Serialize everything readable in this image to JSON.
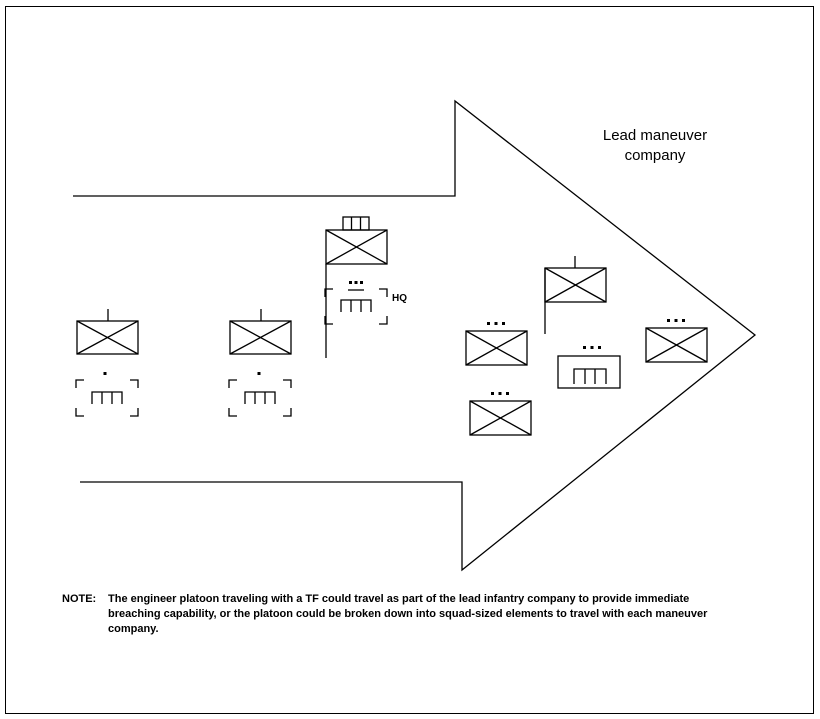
{
  "diagram": {
    "lead_label_line1": "Lead maneuver",
    "lead_label_line2": "company",
    "hq_label": "HQ",
    "symbols": [
      {
        "id": "sym-1",
        "kind": "unit",
        "echelon": "company"
      },
      {
        "id": "sym-2",
        "kind": "unit",
        "echelon": "company"
      },
      {
        "id": "sym-3",
        "kind": "unit",
        "echelon": "battalion"
      },
      {
        "id": "sym-4",
        "kind": "unit",
        "echelon": "platoon"
      },
      {
        "id": "sym-5",
        "kind": "unit",
        "echelon": "platoon"
      },
      {
        "id": "sym-6",
        "kind": "unit",
        "echelon": "company"
      },
      {
        "id": "sym-7",
        "kind": "unit",
        "echelon": "platoon"
      },
      {
        "id": "eng-1",
        "kind": "engineer",
        "echelon": "squad",
        "attached": true
      },
      {
        "id": "eng-2",
        "kind": "engineer",
        "echelon": "squad",
        "attached": true
      },
      {
        "id": "eng-hq",
        "kind": "engineer",
        "echelon": "platoon",
        "attached": true
      },
      {
        "id": "eng-4",
        "kind": "engineer",
        "echelon": "platoon",
        "attached": false
      }
    ]
  },
  "note": {
    "label": "NOTE:",
    "text": "The engineer platoon traveling with a TF could travel as part of the lead infantry company to provide immediate breaching capability, or the platoon could be broken down into squad-sized elements to travel with each maneuver company."
  }
}
